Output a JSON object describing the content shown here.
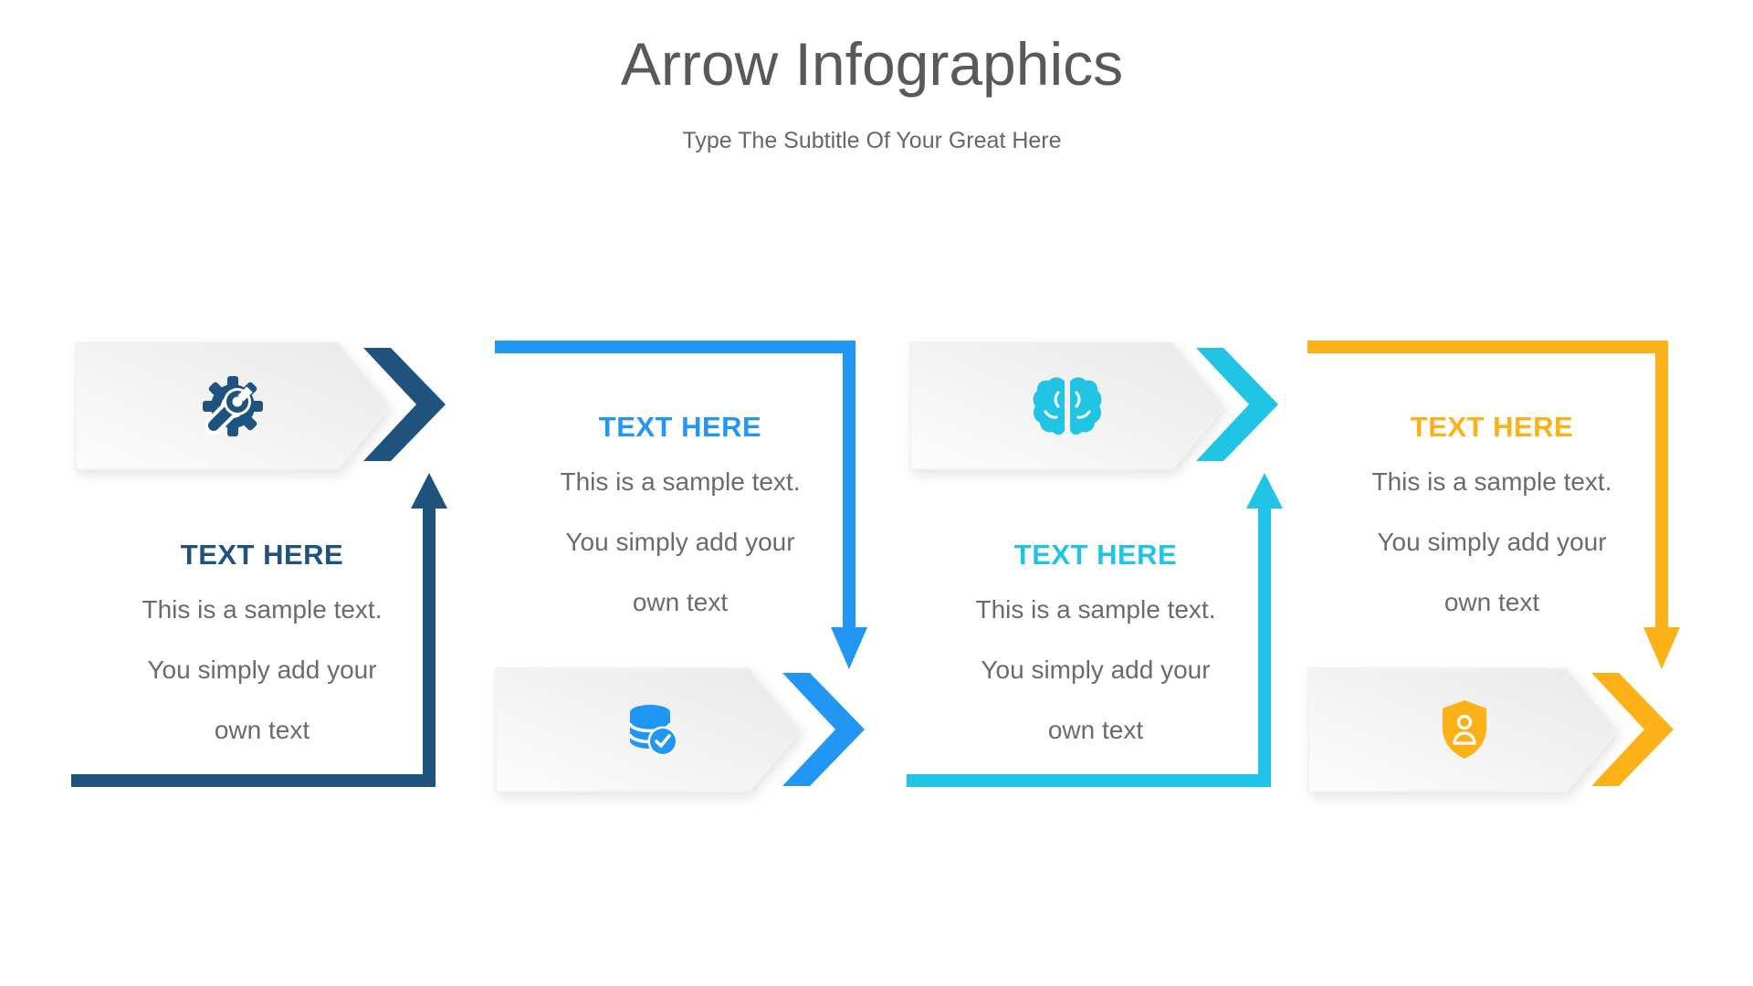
{
  "slide": {
    "title": "Arrow Infographics",
    "subtitle": "Type The Subtitle Of Your Great Here"
  },
  "items": [
    {
      "heading": "TEXT HERE",
      "body_lines": [
        "This is a sample text.",
        "You simply add your",
        "own text"
      ],
      "icon": "gear-wrench-icon",
      "accent": "#1f527d"
    },
    {
      "heading": "TEXT HERE",
      "body_lines": [
        "This is a sample text.",
        "You simply add your",
        "own text"
      ],
      "icon": "database-check-icon",
      "accent": "#2196f3"
    },
    {
      "heading": "TEXT HERE",
      "body_lines": [
        "This is a sample text.",
        "You simply add your",
        "own text"
      ],
      "icon": "brain-icon",
      "accent": "#20c4e4"
    },
    {
      "heading": "TEXT HERE",
      "body_lines": [
        "This is a sample text.",
        "You simply add your",
        "own text"
      ],
      "icon": "shield-user-icon",
      "accent": "#fbb117"
    }
  ],
  "colors": {
    "banner_gradient_start": "#fcfcfc",
    "banner_gradient_end": "#e9e9e9",
    "title_text": "#595959",
    "body_text": "#6b6b6b"
  }
}
